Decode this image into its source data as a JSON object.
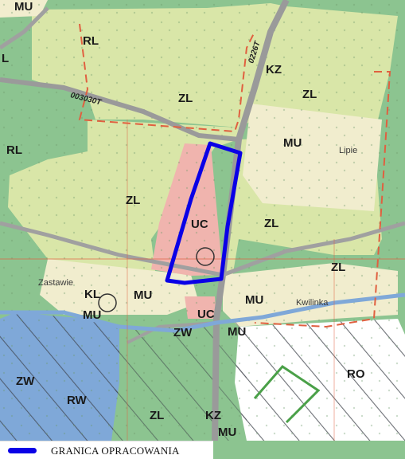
{
  "map": {
    "zone_labels": {
      "mu_top": "MU",
      "rl_top": "RL",
      "l_left": "L",
      "kz_top": "KZ",
      "zl_upper": "ZL",
      "zl_right_upper": "ZL",
      "rl_left": "RL",
      "mu_right": "MU",
      "zl_mid_left": "ZL",
      "uc_main": "UC",
      "zl_mid_right": "ZL",
      "zl_right_lower": "ZL",
      "kl": "KL",
      "mu_center": "MU",
      "mu_left": "MU",
      "mu_east": "MU",
      "uc_small": "UC",
      "zw_center": "ZW",
      "mu_south": "MU",
      "ro": "RO",
      "zw_left": "ZW",
      "rw": "RW",
      "zl_bottom": "ZL",
      "kz_bottom": "KZ",
      "mu_bottom": "MU"
    },
    "road_labels": {
      "road_003030t": "003030T",
      "road_0226t": "0226T"
    },
    "place_labels": {
      "lipie": "Lipie",
      "zastawie": "Zastawie",
      "kwilinka": "Kwilinka"
    },
    "colors": {
      "forest": "#8cc490",
      "agriculture": "#d9e6a8",
      "residential": "#f1edce",
      "services": "#f0b4ae",
      "water": "#7fa8d8",
      "industrial": "#ffffff",
      "boundary": "#0a00e6",
      "plan_line": "#e06040"
    }
  },
  "legend": {
    "label": "GRANICA OPRACOWANIA"
  }
}
